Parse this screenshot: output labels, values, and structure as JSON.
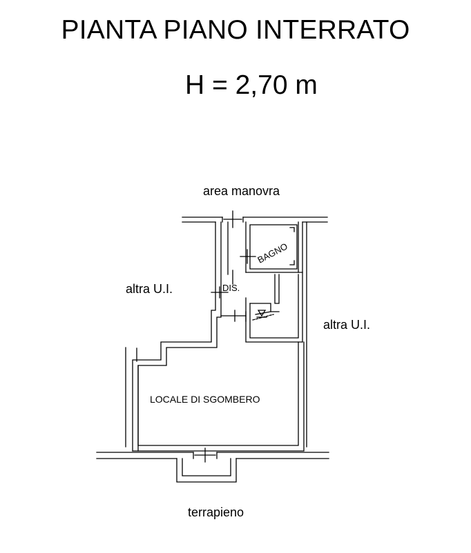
{
  "title": "PIANTA PIANO INTERRATO",
  "height": "H = 2,70 m",
  "labels": {
    "area_manovra": "area manovra",
    "altra_ui_left": "altra U.I.",
    "altra_ui_right": "altra U.I.",
    "bagno": "BAGNO",
    "dis": "DIS.",
    "locale": "LOCALE DI SGOMBERO",
    "terrapieno": "terrapieno"
  },
  "colors": {
    "line": "#000000",
    "background": "#ffffff"
  }
}
